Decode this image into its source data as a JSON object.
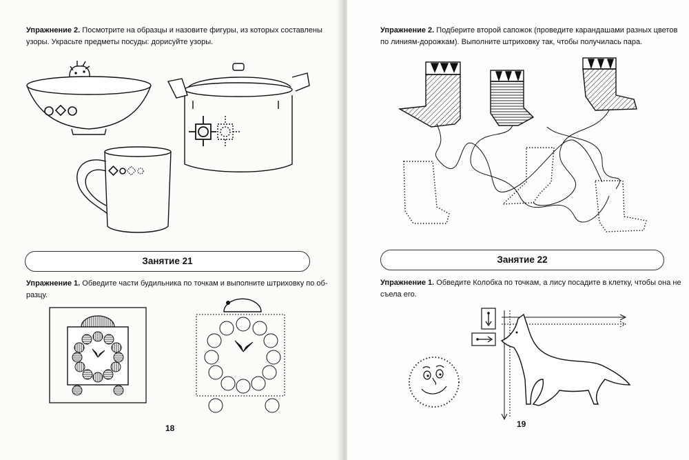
{
  "left_page": {
    "exercise_top": {
      "title": "Упражнение 2.",
      "line1": "Посмотрите на образцы и назовите фигуры, из которых составлены",
      "line2": "узоры. Украсьте предметы посуды: дорисуйте узоры."
    },
    "lesson_title": "Занятие 21",
    "exercise_bottom": {
      "title": "Упражнение 1.",
      "line1": "Обведите части будильника по точкам и выполните штриховку по об-",
      "line2": "разцу."
    },
    "page_number": "18"
  },
  "right_page": {
    "exercise_top": {
      "title": "Упражнение 2.",
      "line1": "Подберите второй сапожок (проведите карандашами разных цветов",
      "line2": "по линиям-дорожкам). Выполните штриховку так, чтобы получилась пара."
    },
    "lesson_title": "Занятие 22",
    "exercise_bottom": {
      "title": "Упражнение 1.",
      "line1": "Обведите Колобка по точкам, а лису посадите в клетку, чтобы она не",
      "line2": "съела его."
    },
    "page_number": "19"
  },
  "colors": {
    "ink": "#111111",
    "paper": "#fcfcf9"
  },
  "icons": [
    "strawberry-icon",
    "bowl-icon",
    "pot-icon",
    "mug-icon",
    "alarm-clock-icon",
    "boot-icon",
    "kolobok-icon",
    "fox-icon",
    "arrow-down-icon",
    "arrow-right-icon"
  ]
}
